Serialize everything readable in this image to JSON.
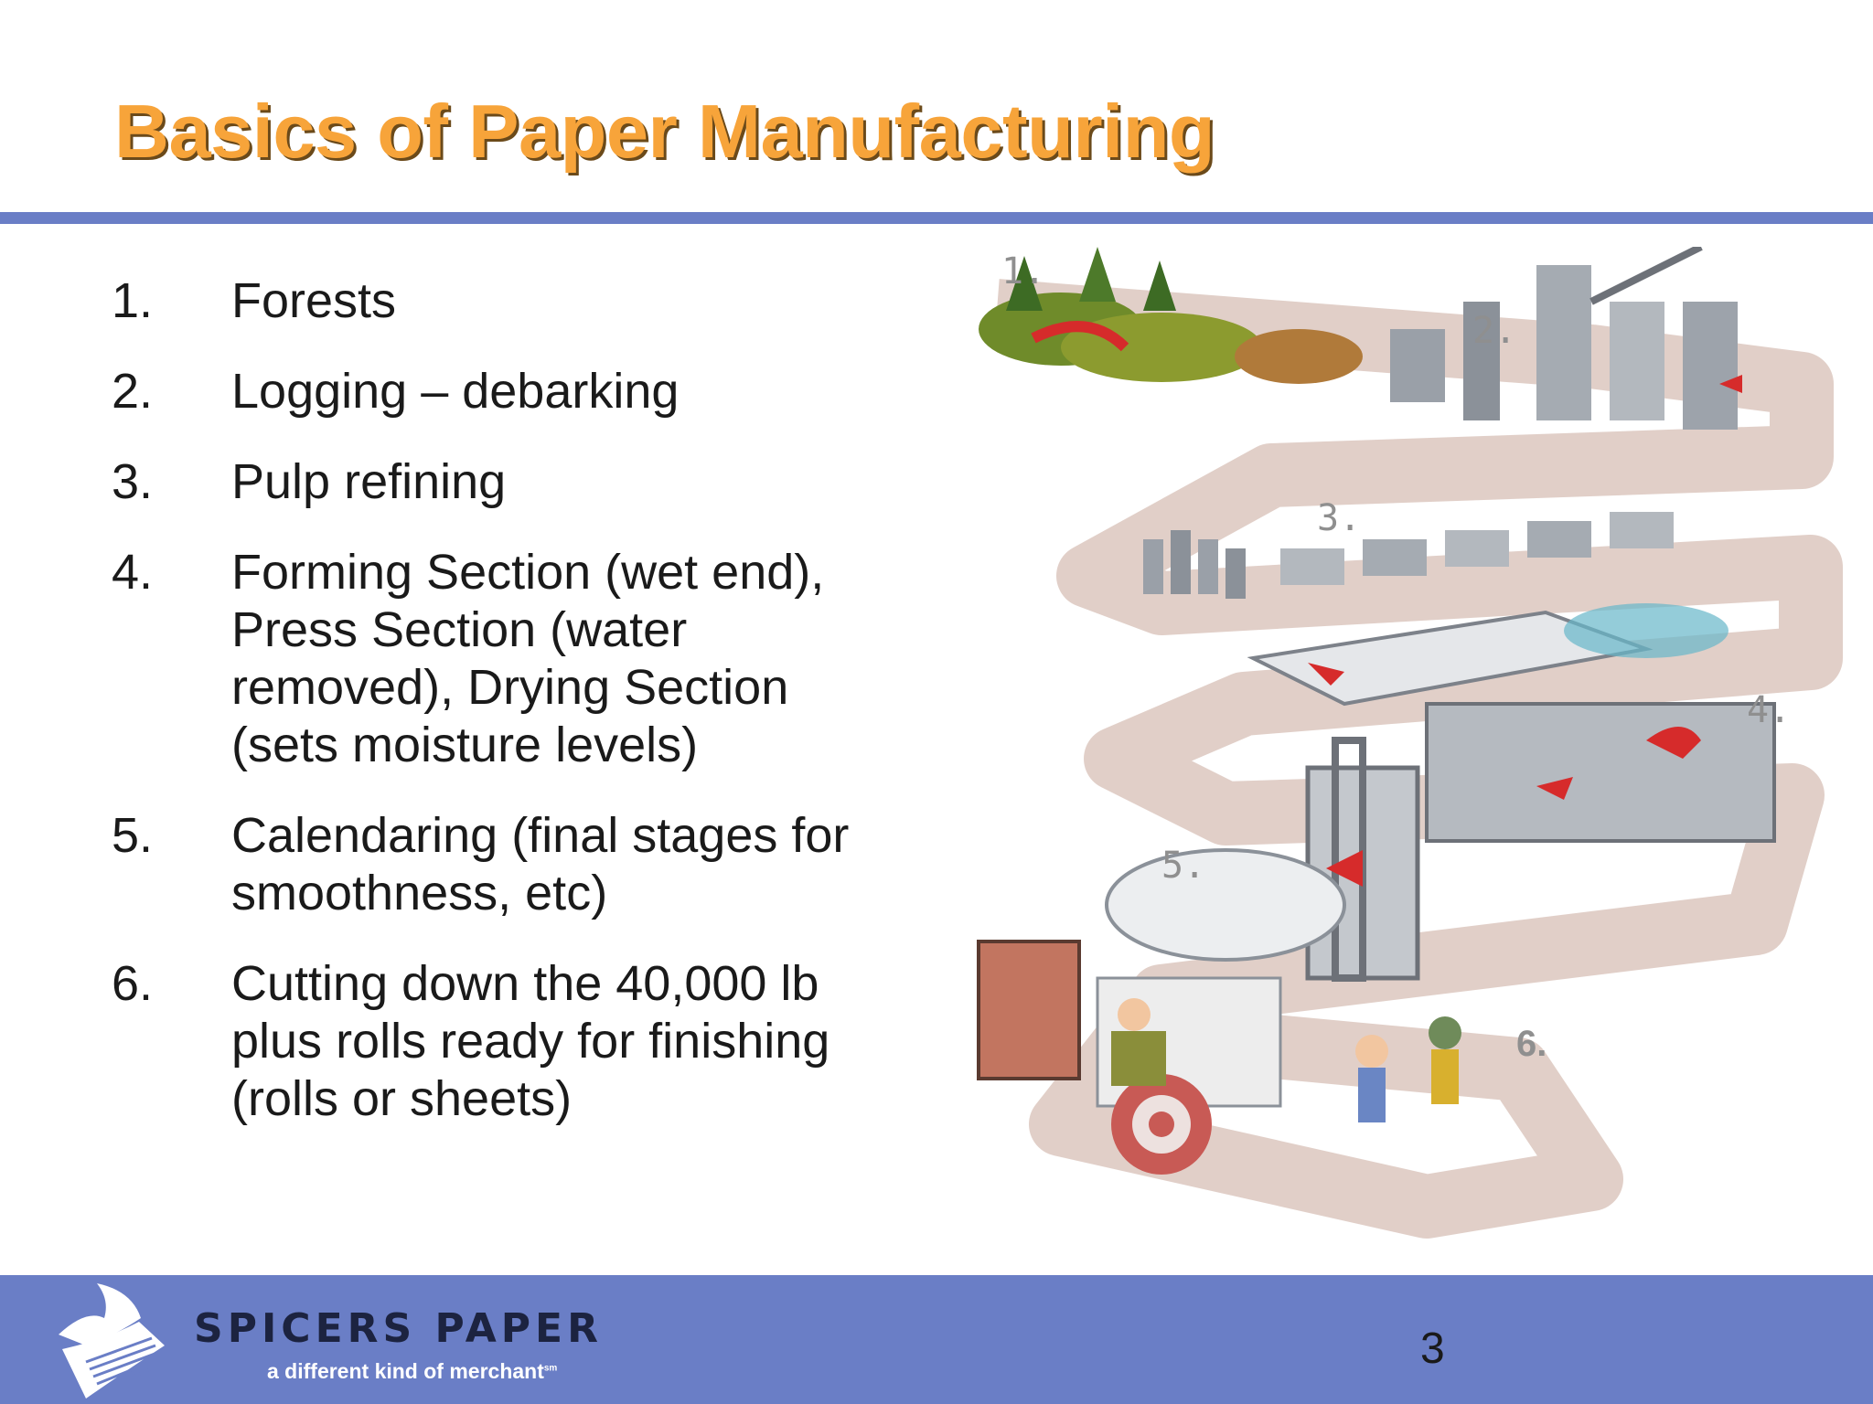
{
  "slide": {
    "title": "Basics of Paper Manufacturing",
    "steps": [
      {
        "number": "1.",
        "text": "Forests"
      },
      {
        "number": "2.",
        "text": "Logging – debarking"
      },
      {
        "number": "3.",
        "text": "Pulp refining"
      },
      {
        "number": "4.",
        "text": "Forming Section (wet end), Press Section (water removed), Drying Section (sets moisture levels)"
      },
      {
        "number": "5.",
        "text": "Calendaring (final stages for smoothness, etc)"
      },
      {
        "number": "6.",
        "text": "Cutting down the 40,000 lb plus rolls ready for finishing (rolls or sheets)"
      }
    ],
    "illustration": {
      "stage_labels": [
        "1.",
        "2.",
        "3.",
        "4.",
        "5.",
        "6."
      ]
    },
    "page_number": "3"
  },
  "footer": {
    "brand_name": "SPICERS PAPER",
    "tagline": "a different kind of merchant",
    "tagline_mark": "sm"
  },
  "colors": {
    "title": "#f7a43a",
    "title_shadow": "#6b4a1a",
    "accent_bar": "#6a7ec6",
    "text": "#1a1a1a",
    "brand_dark": "#1c2340"
  }
}
